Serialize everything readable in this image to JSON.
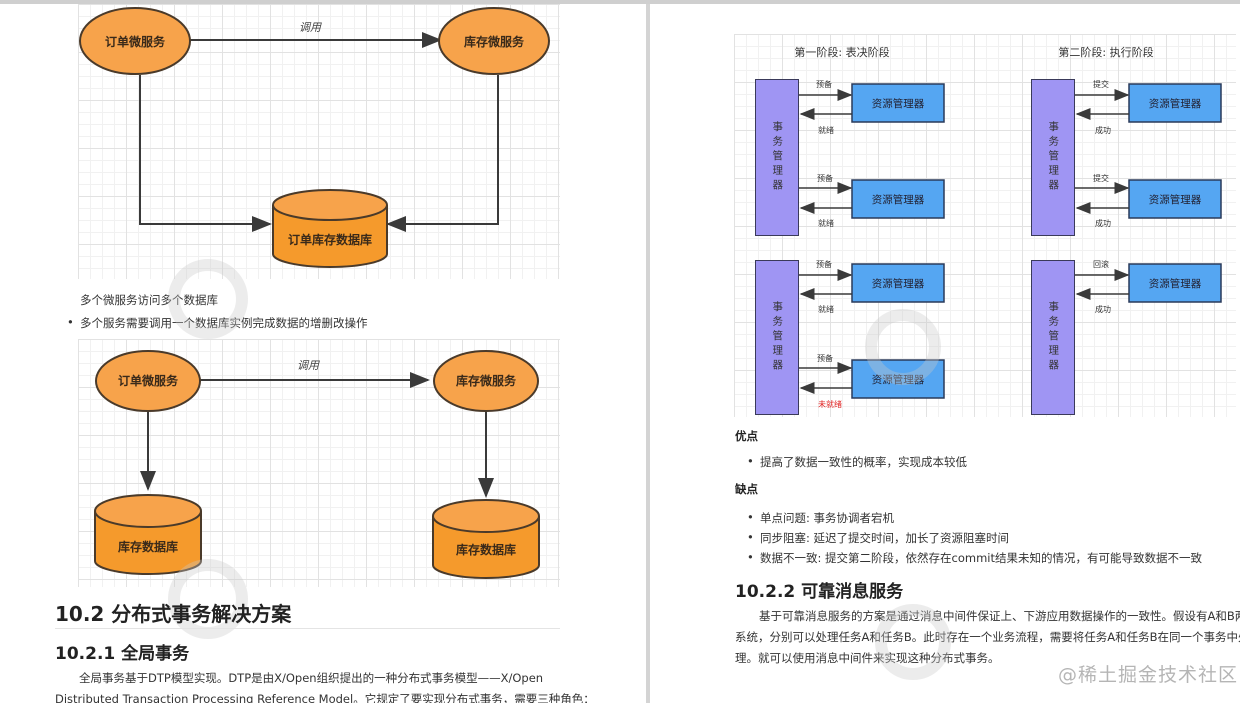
{
  "colors": {
    "orange_fill": "#f7a34b",
    "orange_stroke": "#4a3a2a",
    "tm_fill": "#9f95f3",
    "rm_fill": "#55a6f2",
    "arrow": "#3a3a3a",
    "red": "#e02020"
  },
  "left": {
    "diagram1": {
      "order_service": "订单微服务",
      "stock_service": "库存微服务",
      "call_label": "调用",
      "shared_db": "订单库存数据库"
    },
    "caption1": "多个微服务访问多个数据库",
    "bullet1": "多个服务需要调用一个数据库实例完成数据的增删改操作",
    "diagram2": {
      "order_service": "订单微服务",
      "stock_service": "库存微服务",
      "call_label": "调用",
      "db_left": "库存数据库",
      "db_right": "库存数据库"
    },
    "h2": "10.2 分布式事务解决方案",
    "h3": "10.2.1 全局事务",
    "para_line1": "全局事务基于DTP模型实现。DTP是由X/Open组织提出的一种分布式事务模型——X/Open",
    "para_line2": "Distributed Transaction Processing Reference Model。它规定了要实现分布式事务，需要三种角色："
  },
  "right": {
    "phase1_title": "第一阶段: 表决阶段",
    "phase2_title": "第二阶段: 执行阶段",
    "tm_label": "事务管理器",
    "rm_label": "资源管理器",
    "prepare": "预备",
    "ready": "就绪",
    "not_ready": "未就绪",
    "commit": "提交",
    "success": "成功",
    "rollback": "回滚",
    "pros_title": "优点",
    "pros": [
      "提高了数据一致性的概率，实现成本较低"
    ],
    "cons_title": "缺点",
    "cons": [
      "单点问题: 事务协调者宕机",
      "同步阻塞: 延迟了提交时间，加长了资源阻塞时间",
      "数据不一致: 提交第二阶段，依然存在commit结果未知的情况，有可能导致数据不一致"
    ],
    "h3": "10.2.2 可靠消息服务",
    "para_lines": [
      "基于可靠消息服务的方案是通过消息中间件保证上、下游应用数据操作的一致性。假设有A和B两个",
      "系统，分别可以处理任务A和任务B。此时存在一个业务流程，需要将任务A和任务B在同一个事务中处",
      "理。就可以使用消息中间件来实现这种分布式事务。"
    ]
  },
  "watermark_text": "@稀土掘金技术社区"
}
